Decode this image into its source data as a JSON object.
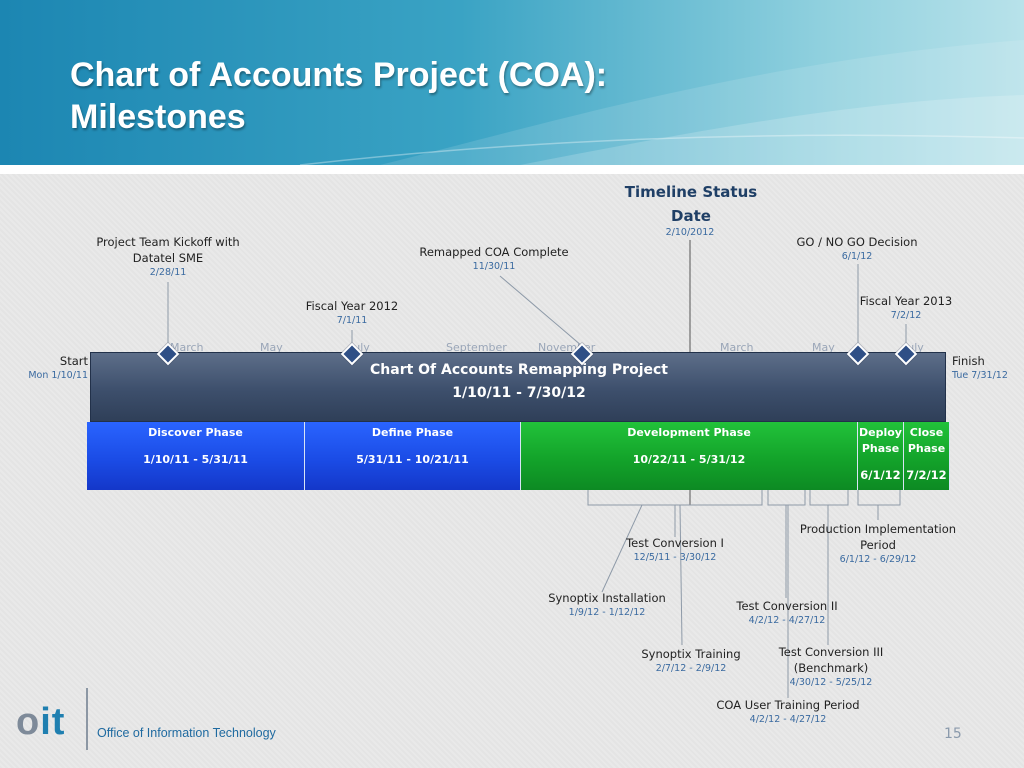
{
  "header": {
    "title_line1": "Chart of Accounts Project (COA):",
    "title_line2": "Milestones"
  },
  "status": {
    "title_line1": "Timeline Status",
    "title_line2": "Date",
    "date": "2/10/2012"
  },
  "start": {
    "label": "Start",
    "date": "Mon 1/10/11"
  },
  "finish": {
    "label": "Finish",
    "date": "Tue 7/31/12"
  },
  "timescale": [
    "March",
    "May",
    "July",
    "September",
    "November",
    "March",
    "May",
    "July"
  ],
  "summary": {
    "name": "Chart Of Accounts Remapping Project",
    "dates": "1/10/11 - 7/30/12"
  },
  "phases": [
    {
      "name": "Discover Phase",
      "dates": "1/10/11 - 5/31/11"
    },
    {
      "name": "Define Phase",
      "dates": "5/31/11 - 10/21/11"
    },
    {
      "name": "Development Phase",
      "dates": "10/22/11 - 5/31/12"
    },
    {
      "name_line1": "Deploy",
      "name_line2": "Phase",
      "dates": "6/1/12"
    },
    {
      "name_line1": "Close",
      "name_line2": "Phase",
      "dates": "7/2/12"
    }
  ],
  "milestones": [
    {
      "line1": "Project Team Kickoff with",
      "line2": "Datatel SME",
      "date": "2/28/11"
    },
    {
      "line1": "Fiscal Year 2012",
      "date": "7/1/11"
    },
    {
      "line1": "Remapped COA Complete",
      "date": "11/30/11"
    },
    {
      "line1": "GO / NO GO Decision",
      "date": "6/1/12"
    },
    {
      "line1": "Fiscal Year 2013",
      "date": "7/2/12"
    }
  ],
  "tasks": [
    {
      "line1": "Production Implementation",
      "line2": "Period",
      "dates": "6/1/12 - 6/29/12"
    },
    {
      "line1": "Test Conversion I",
      "dates": "12/5/11 - 3/30/12"
    },
    {
      "line1": "Synoptix Installation",
      "dates": "1/9/12 - 1/12/12"
    },
    {
      "line1": "Test Conversion II",
      "dates": "4/2/12 - 4/27/12"
    },
    {
      "line1": "Synoptix Training",
      "dates": "2/7/12 - 2/9/12"
    },
    {
      "line1": "Test Conversion III",
      "line2": "(Benchmark)",
      "dates": "4/30/12 - 5/25/12"
    },
    {
      "line1": "COA User Training Period",
      "dates": "4/2/12 - 4/27/12"
    }
  ],
  "footer": {
    "logo_o": "o",
    "logo_it": "it",
    "org": "Office of Information Technology",
    "page": "15"
  },
  "colors": {
    "summary_bar": "#3d4f6c",
    "phase_blue": "#1b4ce6",
    "phase_green": "#13a32a",
    "milestone": "#2f4f86"
  }
}
